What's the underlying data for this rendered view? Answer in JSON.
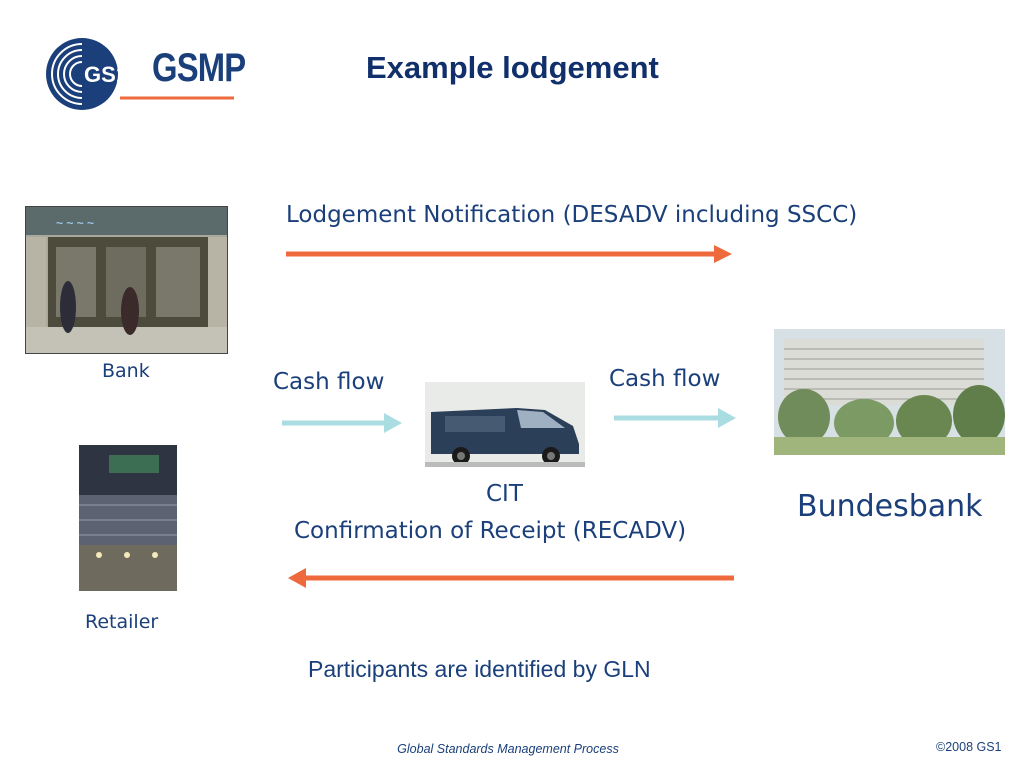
{
  "slide": {
    "title": "Example lodgement",
    "logo": {
      "mark": "GS1",
      "wordmark": "GSMP"
    },
    "bottom_note": "Participants are identified by GLN",
    "footer": "Global Standards Management Process",
    "copyright": "©2008 GS1"
  },
  "nodes": {
    "bank": "Bank",
    "retailer": "Retailer",
    "cit": "CIT",
    "bundesbank": "Bundesbank"
  },
  "flows": {
    "notification": "Lodgement Notification (DESADV including SSCC)",
    "cash_flow_left": "Cash flow",
    "cash_flow_right": "Cash flow",
    "confirmation": "Confirmation of Receipt (RECADV)"
  },
  "colors": {
    "primary_text": "#1a3f7a",
    "notification_arrow": "#ee6a3c",
    "cash_arrow": "#a9dde2"
  },
  "icons": [
    "gs1-logo-icon",
    "arrow-right-icon",
    "arrow-left-icon"
  ]
}
